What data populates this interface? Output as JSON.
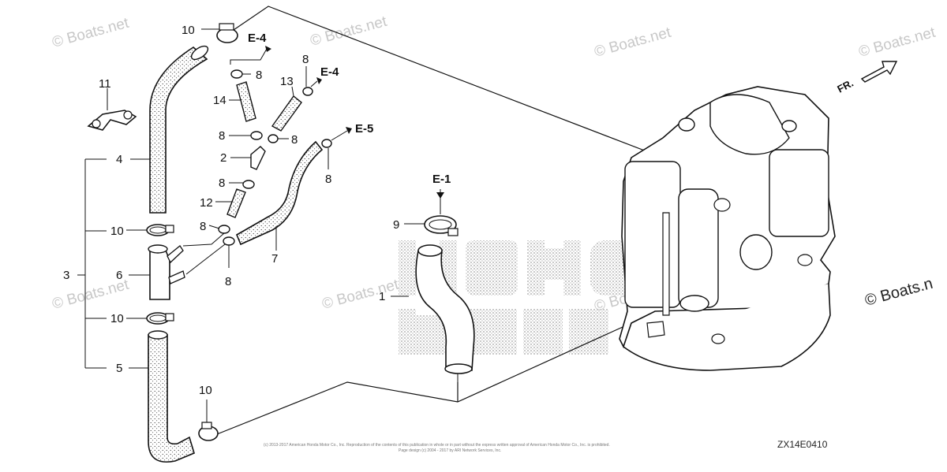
{
  "watermarks": {
    "top_left": "© Boats.net",
    "top_mid": "© Boats.net",
    "top_right": "© Boats.net",
    "top_far_right": "© Boats.net",
    "mid_left": "© Boats.net",
    "mid_center": "© Boats.net",
    "mid_right": "© Boats.net",
    "right_edge": "© Boats.n"
  },
  "callouts": {
    "c1": "1",
    "c2": "2",
    "c3": "3",
    "c4": "4",
    "c5": "5",
    "c6": "6",
    "c7": "7",
    "c8a": "8",
    "c8b": "8",
    "c8c": "8",
    "c8d": "8",
    "c8e": "8",
    "c8f": "8",
    "c8g": "8",
    "c8h": "8",
    "c9": "9",
    "c10a": "10",
    "c10b": "10",
    "c10c": "10",
    "c10d": "10",
    "c11": "11",
    "c12": "12",
    "c13": "13",
    "c14": "14"
  },
  "references": {
    "e4_top": "E-4",
    "e4_right": "E-4",
    "e5": "E-5",
    "e1": "E-1"
  },
  "direction_label": "FR.",
  "diagram_code": "ZX14E0410",
  "copyright_line1": "(c) 2013-2017 American Honda Motor Co., Inc. Reproduction of the contents of this publication in whole or in part without the express written approval of American Honda Motor Co., Inc. is prohibited.",
  "copyright_line2": "Page design (c) 2004 - 2017 by ARI Network Services, Inc."
}
